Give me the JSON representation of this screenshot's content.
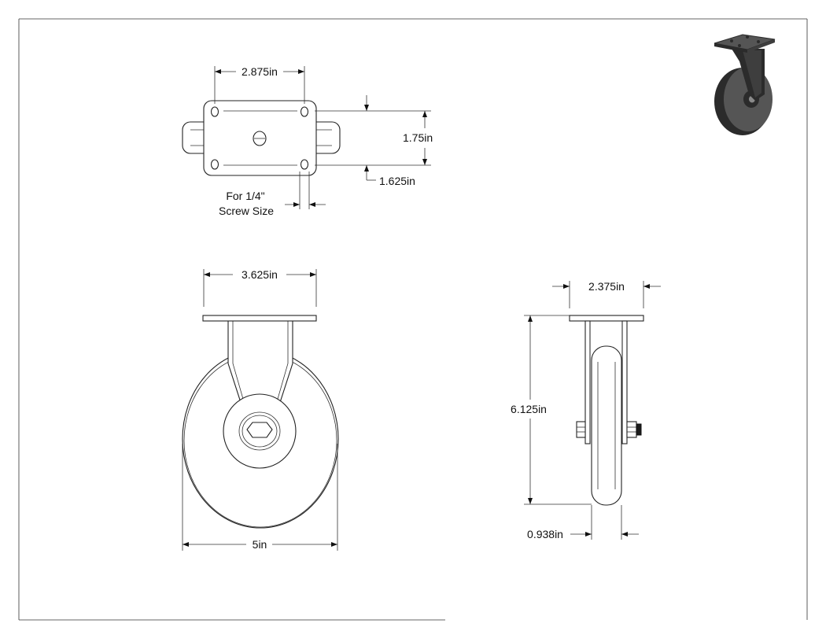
{
  "top_view": {
    "width_label": "2.875in",
    "height_label": "1.75in",
    "offset_label": "1.625in",
    "screw_note_line1": "For 1/4\"",
    "screw_note_line2": "Screw Size"
  },
  "front_view": {
    "plate_width_label": "3.625in",
    "wheel_diameter_label": "5in"
  },
  "side_view": {
    "plate_width_label": "2.375in",
    "overall_height_label": "6.125in",
    "wheel_width_label": "0.938in"
  },
  "colors": {
    "line": "#222222",
    "thumbnail_dark": "#2b2b2b",
    "thumbnail_mid": "#555555",
    "thumbnail_light": "#8a8a8a"
  }
}
